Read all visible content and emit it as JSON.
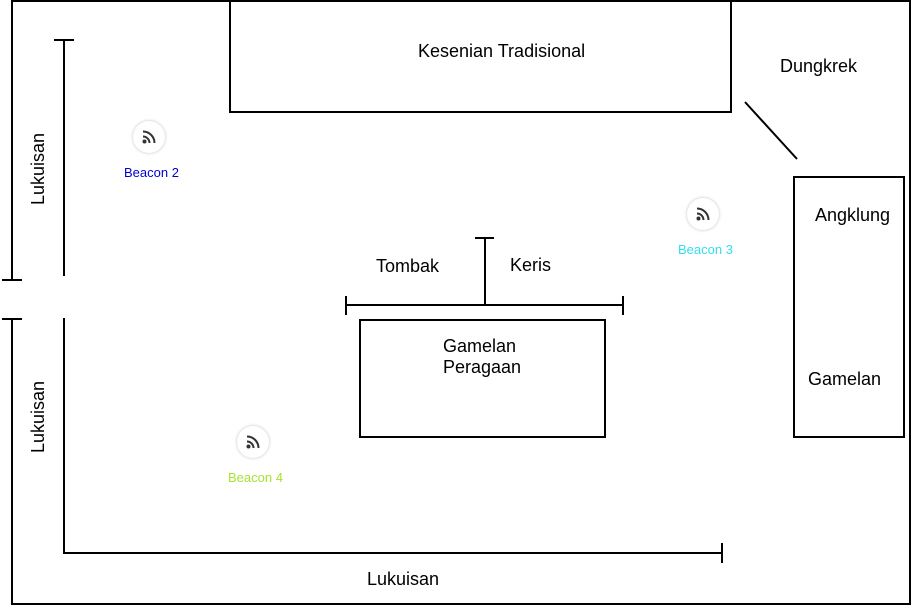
{
  "rooms": {
    "top_room": "Kesenian Tradisional",
    "center_room_line1": "Gamelan",
    "center_room_line2": "Peragaan",
    "right_room_top": "Angklung",
    "right_room_bottom": "Gamelan"
  },
  "labels": {
    "dungkrek": "Dungkrek",
    "tombak": "Tombak",
    "keris": "Keris",
    "wall_left_top": "Lukuisan",
    "wall_left_bottom": "Lukuisan",
    "wall_bottom": "Lukuisan"
  },
  "beacons": [
    {
      "label": "Beacon 2",
      "color": "#0000cc",
      "icon": "rss-icon"
    },
    {
      "label": "Beacon 3",
      "color": "#33ddee",
      "icon": "rss-icon"
    },
    {
      "label": "Beacon 4",
      "color": "#a6e22e",
      "icon": "rss-icon"
    }
  ]
}
